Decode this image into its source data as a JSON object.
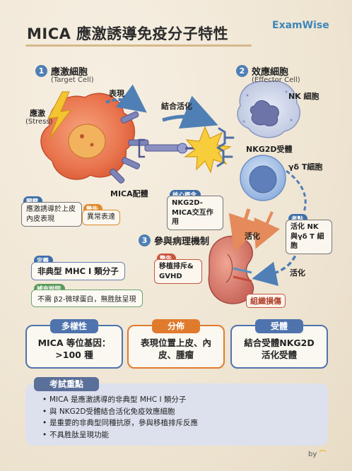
{
  "title": "MICA 應激誘導免疫分子特性",
  "brand": "ExamWise",
  "sections": {
    "target": {
      "num": "1",
      "title": "應激細胞",
      "subtitle": "(Target Cell)"
    },
    "effector": {
      "num": "2",
      "title": "效應細胞",
      "subtitle": "(Effector Cell)"
    },
    "mechanism": {
      "num": "3",
      "title": "參與病理機制"
    }
  },
  "labels": {
    "express": "表現",
    "binding_activation": "結合活化",
    "stress": "應激",
    "stress_en": "(Stress)",
    "nk_cell": "NK 細胞",
    "nkg2d_receptor": "NKG2D受體",
    "gd_t_cell": "γδ T細胞",
    "mica_ligand": "MICA配體",
    "activate_1": "活化",
    "activate_2": "活化",
    "tissue_damage": "組織損傷"
  },
  "notes": {
    "key": {
      "tag": "關鍵",
      "text": "應激誘導於上皮內皮表現"
    },
    "warning1": {
      "tag": "警告",
      "text": "異常表達"
    },
    "core": {
      "tag": "核心概念",
      "text": "NKG2D-MICA交互作用"
    },
    "exam_point": {
      "tag": "考點",
      "text": "活化 NK 與γδ T 細胞"
    },
    "definition": {
      "tag": "定義",
      "text": "非典型 MHC I 類分子"
    },
    "supplement": {
      "tag": "補充說明",
      "text": "不需 β2-微球蛋白，無胜肽呈現"
    },
    "warning2": {
      "tag": "警告",
      "text": "移植排斥& GVHD"
    }
  },
  "cards": [
    {
      "title": "多樣性",
      "body": "MICA 等位基因：>100 種",
      "color": "#4f73ad"
    },
    {
      "title": "分佈",
      "body": "表現位置上皮、內皮、腫瘤",
      "color": "#e07b2e"
    },
    {
      "title": "受體",
      "body": "結合受體NKG2D 活化受體",
      "color": "#4f73ad"
    }
  ],
  "exam": {
    "title": "考試重點",
    "items": [
      "MICA 是應激誘導的非典型 MHC I 類分子",
      "與 NKG2D受體結合活化免疫效應細胞",
      "是重要的非典型同種抗原，參與移植排斥反應",
      "不具胜肽呈現功能"
    ]
  },
  "byline": "by",
  "colors": {
    "accent_blue": "#4f7fb5",
    "accent_orange": "#e07b2e",
    "background": "#efe6d6"
  }
}
